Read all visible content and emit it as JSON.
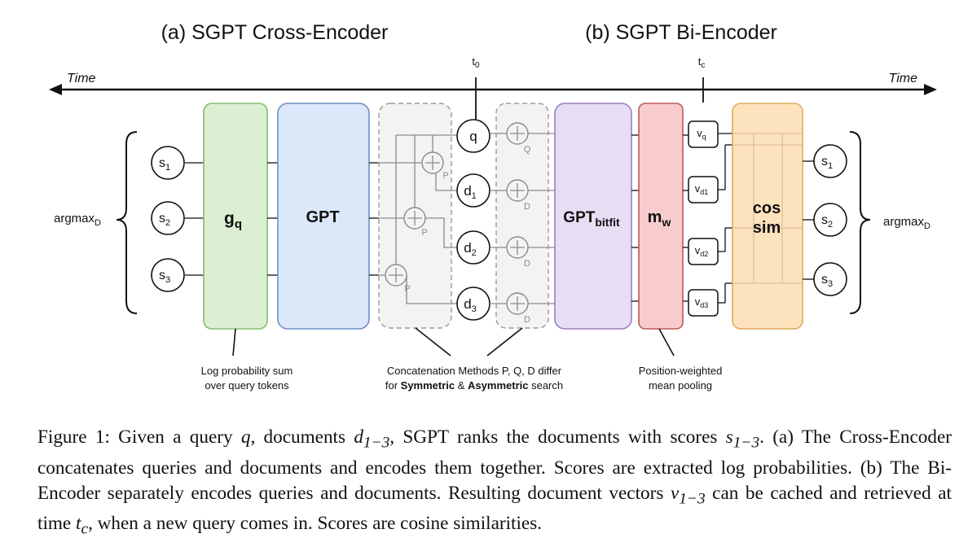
{
  "titles": {
    "cross": "(a) SGPT Cross-Encoder",
    "bi": "(b) SGPT Bi-Encoder"
  },
  "timeline": {
    "left_label": "Time",
    "right_label": "Time",
    "t0_base": "t",
    "t0_sub": "0",
    "tc_base": "t",
    "tc_sub": "c"
  },
  "argmax": {
    "base": "argmax",
    "sub": "D"
  },
  "scores": [
    {
      "base": "s",
      "sub": "1"
    },
    {
      "base": "s",
      "sub": "2"
    },
    {
      "base": "s",
      "sub": "3"
    }
  ],
  "blocks": {
    "gq": {
      "base": "g",
      "sub": "q",
      "color": "#dcefd3",
      "border": "#86bd6e"
    },
    "gpt": {
      "label": "GPT",
      "color": "#dbe8fa",
      "border": "#6d8fc4"
    },
    "gpt_bitfit": {
      "base": "GPT",
      "sub": "bitfit",
      "color": "#e6def2",
      "border": "#9a7fc0"
    },
    "mw": {
      "base": "m",
      "sub": "w",
      "color": "#f8cccc",
      "border": "#c05757"
    },
    "cos": {
      "line1": "cos",
      "line2": "sim",
      "color": "#fde3bd",
      "border": "#deaa5b"
    }
  },
  "inputs": [
    {
      "base": "q",
      "sub": ""
    },
    {
      "base": "d",
      "sub": "1"
    },
    {
      "base": "d",
      "sub": "2"
    },
    {
      "base": "d",
      "sub": "3"
    }
  ],
  "plus_labels_cross": [
    "P",
    "P",
    "P"
  ],
  "plus_labels_bi": [
    "Q",
    "D",
    "D",
    "D"
  ],
  "vectors": [
    {
      "base": "v",
      "sub": "q"
    },
    {
      "base": "v",
      "sub": "d1"
    },
    {
      "base": "v",
      "sub": "d2"
    },
    {
      "base": "v",
      "sub": "d3"
    }
  ],
  "annotations": {
    "logprob_line1": "Log probability sum",
    "logprob_line2": "over query tokens",
    "concat_line1": "Concatenation Methods P, Q, D differ",
    "concat_line2_pre": "for ",
    "concat_line2_b1": "Symmetric",
    "concat_line2_mid": " & ",
    "concat_line2_b2": "Asymmetric",
    "concat_line2_post": " search",
    "pool_line1": "Position-weighted",
    "pool_line2": "mean pooling"
  },
  "caption": {
    "s1": "Figure 1: Given a query ",
    "m1": "q",
    "s2": ", documents ",
    "m2_base": "d",
    "m2_sub": "1−3",
    "s3": ", SGPT ranks the documents with scores ",
    "m3_base": "s",
    "m3_sub": "1−3",
    "s4": ". (a) The Cross-Encoder concatenates queries and documents and encodes them together. Scores are extracted log probabilities. (b) The Bi-Encoder separately encodes queries and documents. Resulting document vectors ",
    "m4_base": "v",
    "m4_sub": "1−3",
    "s5": " can be cached and retrieved at time ",
    "m5_base": "t",
    "m5_sub": "c",
    "s6": ", when a new query comes in. Scores are cosine similarities."
  }
}
